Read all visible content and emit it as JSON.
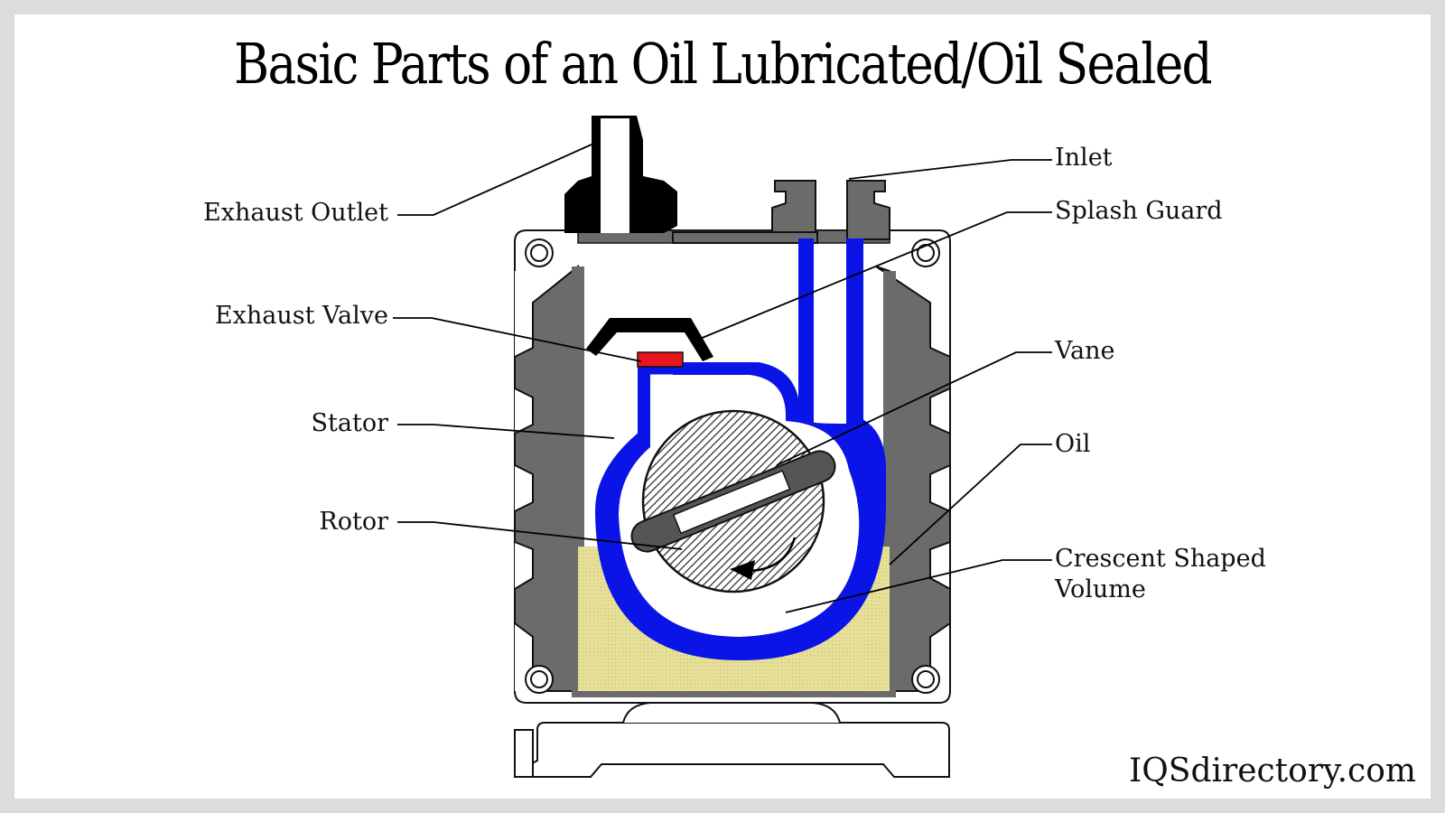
{
  "title": "Basic Parts of an Oil Lubricated/Oil Sealed",
  "brand": "IQSdirectory.com",
  "labels": {
    "exhaust_outlet": "Exhaust Outlet",
    "exhaust_valve": "Exhaust Valve",
    "stator": "Stator",
    "rotor": "Rotor",
    "inlet": "Inlet",
    "splash_guard": "Splash Guard",
    "vane": "Vane",
    "oil": "Oil",
    "crescent": "Crescent Shaped\nVolume"
  },
  "colors": {
    "housing": "#6b6b6b",
    "stator": "#0a14e6",
    "oil": "#e6df9a",
    "valve": "#e8141e",
    "rotor_hatch": "#333333"
  }
}
